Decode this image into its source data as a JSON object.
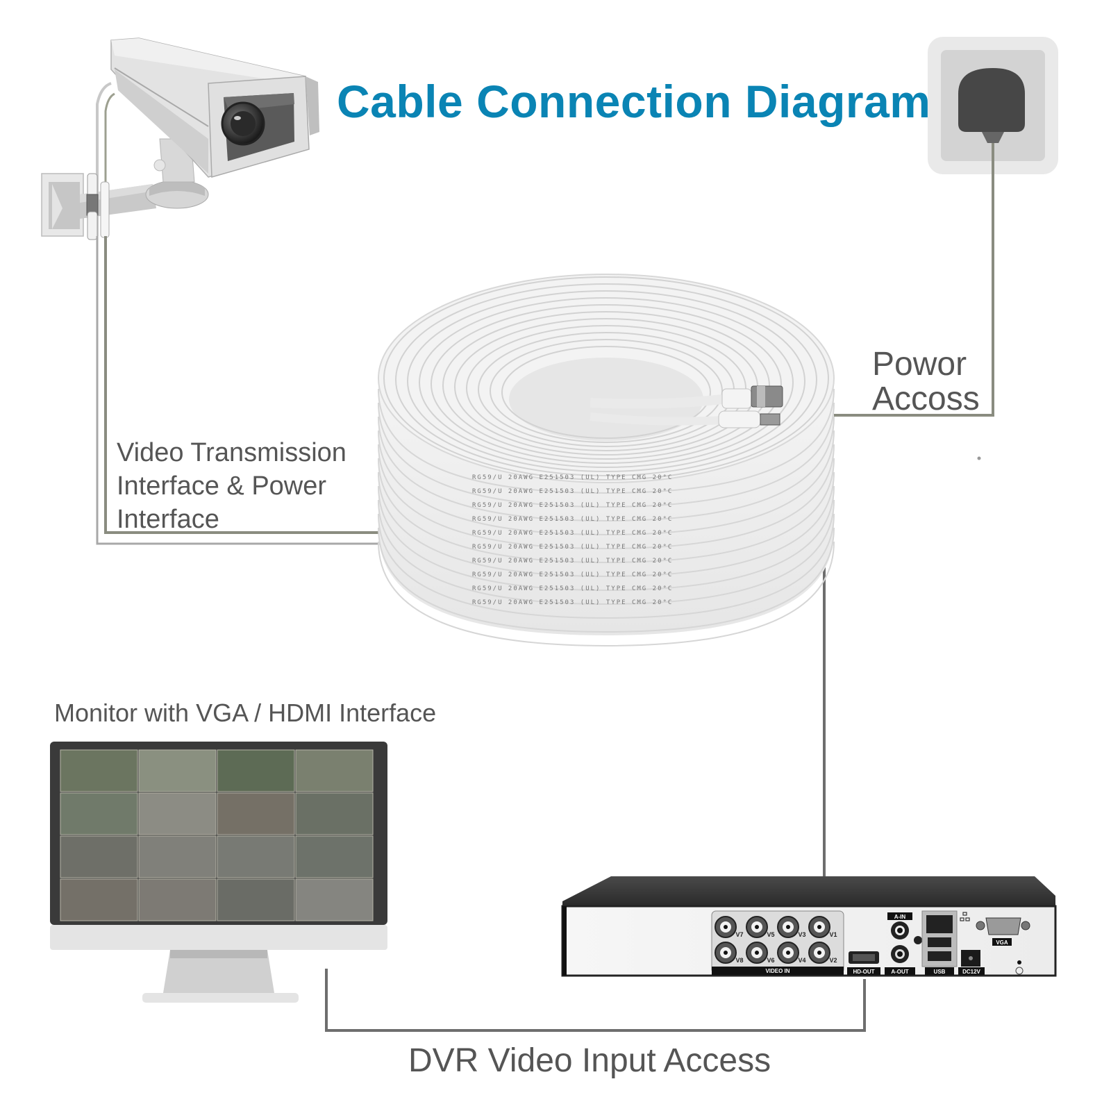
{
  "title": "Cable Connection Diagram",
  "labels": {
    "video_interface": [
      "Video Transmission",
      "Interface & Power",
      "Interface"
    ],
    "power_access": [
      "Powor",
      "Accoss"
    ],
    "monitor": "Monitor with VGA / HDMI Interface",
    "dvr_input": "DVR Video Input Access"
  },
  "colors": {
    "title": "#0a84b4",
    "label_text": "#555555",
    "connector_line": "#8a8c80",
    "dvr_line": "#6e6e6e"
  },
  "cable_print": [
    "RG59/U",
    "20AWG",
    "E251503",
    "(UL)",
    "TYPE",
    "CMG",
    "20°C"
  ],
  "dvr": {
    "video_ports": [
      "V7",
      "V5",
      "V3",
      "V1",
      "V8",
      "V6",
      "V4",
      "V2"
    ],
    "video_group_label": "VIDEO IN",
    "tags": {
      "hd_out": "HD-OUT",
      "a_in": "A-IN",
      "a_out": "A-OUT",
      "usb": "USB",
      "dc": "DC12V",
      "vga": "VGA"
    }
  },
  "components": {
    "camera": "cctv-camera",
    "outlet": "power-outlet",
    "cable_coil": "coax-cable-coil",
    "monitor": "monitor",
    "dvr": "dvr-recorder"
  }
}
